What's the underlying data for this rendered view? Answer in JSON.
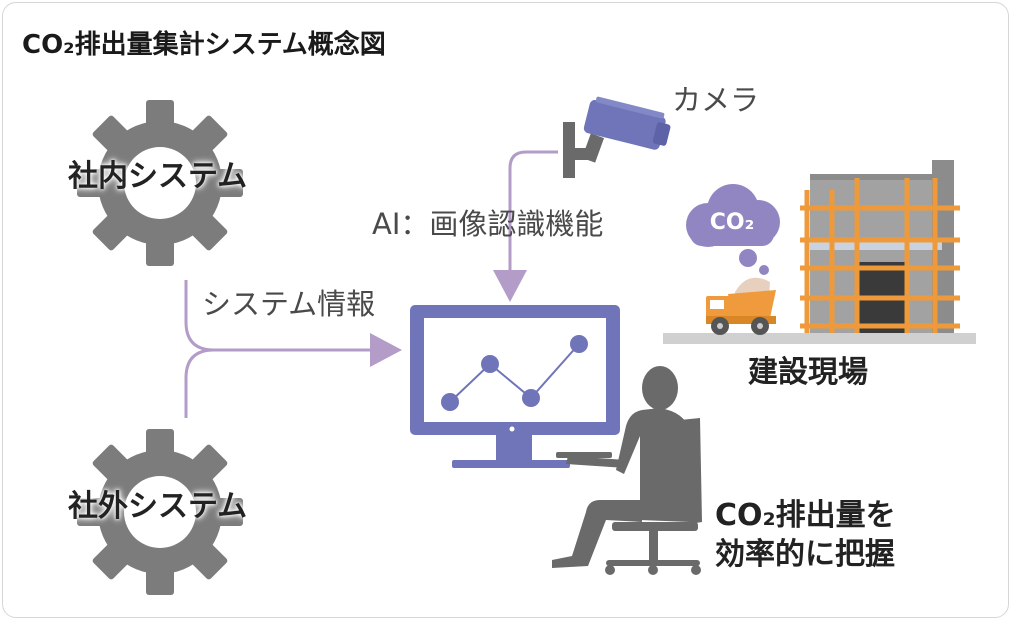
{
  "title": "CO₂排出量集計システム概念図",
  "internal_system": "社内システム",
  "external_system": "社外システム",
  "system_info": "システム情報",
  "ai_function": "AI：画像認識機能",
  "camera": "カメラ",
  "co2_cloud": "CO₂",
  "construction_site": "建設現場",
  "outcome_line1": "CO₂排出量を",
  "outcome_line2": "効率的に把握",
  "colors": {
    "flow": "#b49cc8",
    "monitor": "#6f75b8",
    "gear": "#7c7c7c",
    "scaffold": "#ee9a3a",
    "building": "#9a9a9a",
    "person": "#6a6a6a",
    "cloud": "#9286c2",
    "truck": "#ef9a3c"
  }
}
